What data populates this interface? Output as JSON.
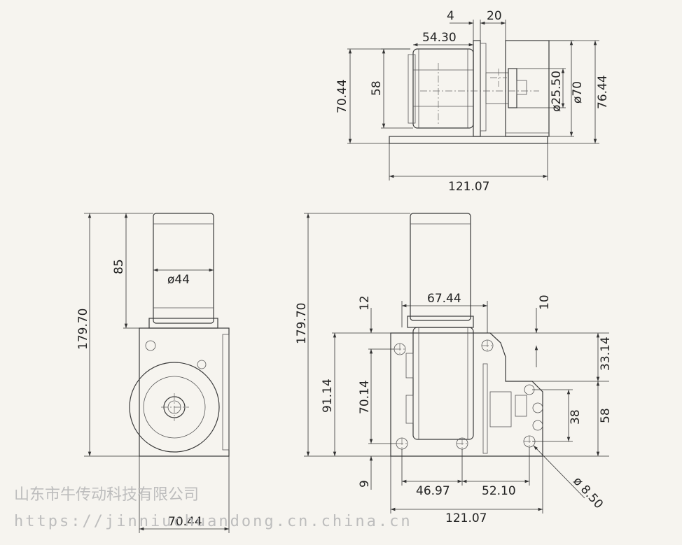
{
  "dimensions": {
    "top_view": {
      "d4": "4",
      "d20": "20",
      "d54_30": "54.30",
      "d70_44": "70.44",
      "d58": "58",
      "dia25_50": "ø25.50",
      "dia70": "ø70",
      "d76_44": "76.44",
      "d121_07": "121.07"
    },
    "side_view": {
      "d85": "85",
      "dia44": "ø44",
      "d179_70": "179.70",
      "d70_44": "70.44"
    },
    "front_view": {
      "d179_70": "179.70",
      "d12": "12",
      "d67_44": "67.44",
      "d10": "10",
      "d91_14": "91.14",
      "d70_14": "70.14",
      "d33_14": "33.14",
      "d38": "38",
      "d58": "58",
      "d9": "9",
      "d46_97": "46.97",
      "d52_10": "52.10",
      "dia8_50": "ø 8.50",
      "d121_07": "121.07"
    }
  },
  "watermark": {
    "company": "山东市牛传动科技有限公司",
    "url": "https://jinniuchuandong.cn.china.cn"
  }
}
